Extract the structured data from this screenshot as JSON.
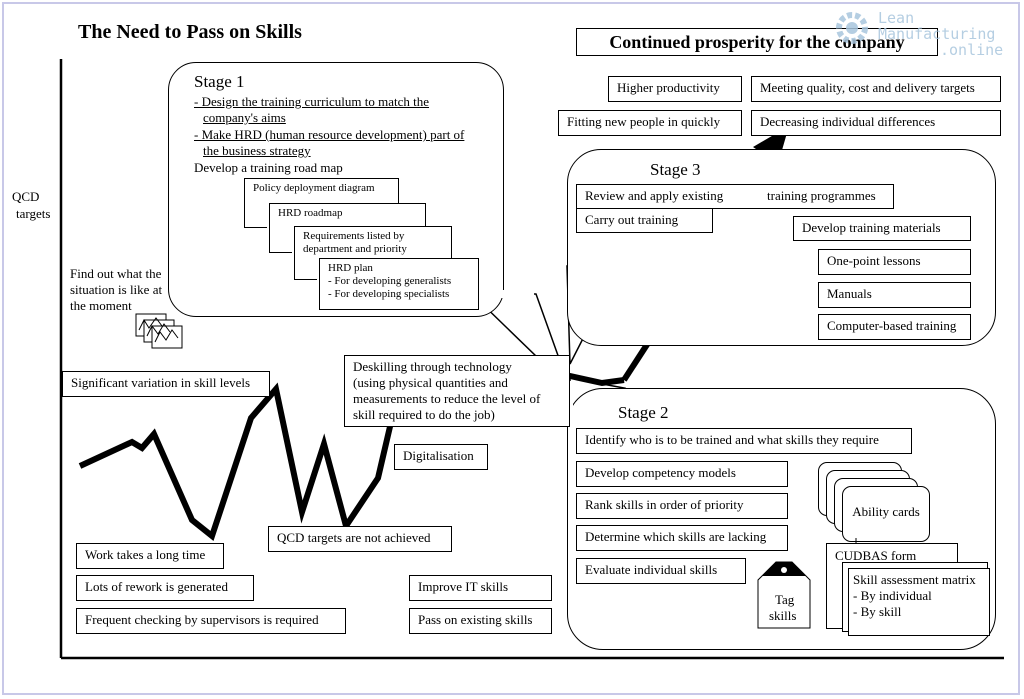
{
  "title": "The Need to Pass on Skills",
  "goal": "Continued prosperity for the company",
  "axis": {
    "y_label_line1": "QCD",
    "y_label_line2": "targets"
  },
  "watermark": {
    "line1": "Lean",
    "line2": "Manufacturing",
    "line3": ".online",
    "icon": "gear-icon"
  },
  "outcomes": [
    "Higher productivity",
    "Meeting quality, cost and delivery targets",
    "Fitting new people in quickly",
    "Decreasing individual differences"
  ],
  "stage1": {
    "title": "Stage 1",
    "items": [
      "- Design the training curriculum to match the",
      "company's aims",
      "- Make HRD (human resource development) part of",
      "the business strategy"
    ],
    "roadmap": "Develop a training road map",
    "docs": {
      "d1": "Policy deployment diagram",
      "d2": "HRD roadmap",
      "d3_line1": "Requirements listed by",
      "d3_line2": "department and priority",
      "d4_line1": "HRD plan",
      "d4_line2": "- For developing generalists",
      "d4_line3": "- For developing specialists"
    }
  },
  "situation": {
    "line1": "Find out what the",
    "line2": "situation is like at",
    "line3": "the moment",
    "icon": "charts-icon"
  },
  "stage3": {
    "title": "Stage 3",
    "review_a": "Review and apply existing",
    "review_b": "training programmes",
    "carry_out": "Carry out training",
    "develop_materials": "Develop training materials",
    "materials": [
      "One-point lessons",
      "Manuals",
      "Computer-based training"
    ]
  },
  "problems": {
    "variation": "Significant variation in skill levels",
    "qcd_not_achieved": "QCD targets are not achieved",
    "long_time": "Work takes a long time",
    "rework": "Lots of rework is generated",
    "checking": "Frequent checking by supervisors is required"
  },
  "deskilling": {
    "line1": "Deskilling through technology",
    "line2": "(using physical quantities and",
    "line3": "measurements to reduce the level of",
    "line4": "skill required to do the job)"
  },
  "digitalisation": "Digitalisation",
  "it": {
    "improve": "Improve IT skills",
    "pass_on": "Pass on existing skills"
  },
  "stage2": {
    "title": "Stage 2",
    "items": [
      "Identify who is to be trained and what skills they require",
      "Develop competency models",
      "Rank skills in order of priority",
      "Determine which skills are lacking",
      "Evaluate individual skills"
    ],
    "tag_line1": "Tag",
    "tag_line2": "skills",
    "ability_cards": "Ability cards",
    "cudbas": "CUDBAS form",
    "matrix_line1": "Skill assessment matrix",
    "matrix_line2": "- By individual",
    "matrix_line3": "- By skill"
  }
}
